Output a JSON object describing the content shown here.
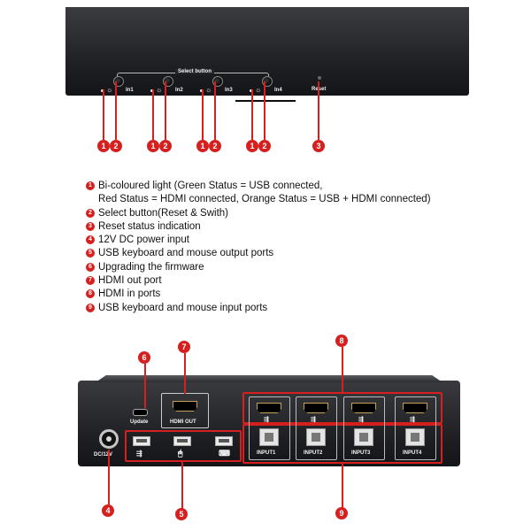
{
  "front_panel": {
    "select_button_label": "Select button",
    "inputs": [
      "In1",
      "In2",
      "In3",
      "In4"
    ],
    "reset_label": "Reset",
    "callout_numbers": [
      "1",
      "2",
      "1",
      "2",
      "1",
      "2",
      "1",
      "2",
      "3"
    ]
  },
  "legend": [
    {
      "num": "1",
      "lines": [
        "Bi-coloured light (Green Status = USB connected,",
        "Red Status = HDMI connected,   Orange Status = USB + HDMI connected)"
      ]
    },
    {
      "num": "2",
      "lines": [
        "Select button(Reset & Swith)"
      ]
    },
    {
      "num": "3",
      "lines": [
        "Reset status indication"
      ]
    },
    {
      "num": "4",
      "lines": [
        "12V DC power input"
      ]
    },
    {
      "num": "5",
      "lines": [
        "USB keyboard and mouse output ports"
      ]
    },
    {
      "num": "6",
      "lines": [
        "Upgrading the firmware"
      ]
    },
    {
      "num": "7",
      "lines": [
        "HDMI out port"
      ]
    },
    {
      "num": "8",
      "lines": [
        "HDMI in ports"
      ]
    },
    {
      "num": "9",
      "lines": [
        "USB keyboard and mouse input ports"
      ]
    }
  ],
  "back_panel": {
    "dc_label": "DC/12V",
    "update_label": "Update",
    "hdmi_out_label": "HDMI OUT",
    "input_labels": [
      "INPUT1",
      "INPUT2",
      "INPUT3",
      "INPUT4"
    ],
    "callouts": {
      "dc": "4",
      "usb_out": "5",
      "update": "6",
      "hdmi_out": "7",
      "hdmi_in": "8",
      "usb_in": "9"
    }
  },
  "colors": {
    "accent": "#d6201f",
    "device": "#1d1e21"
  }
}
